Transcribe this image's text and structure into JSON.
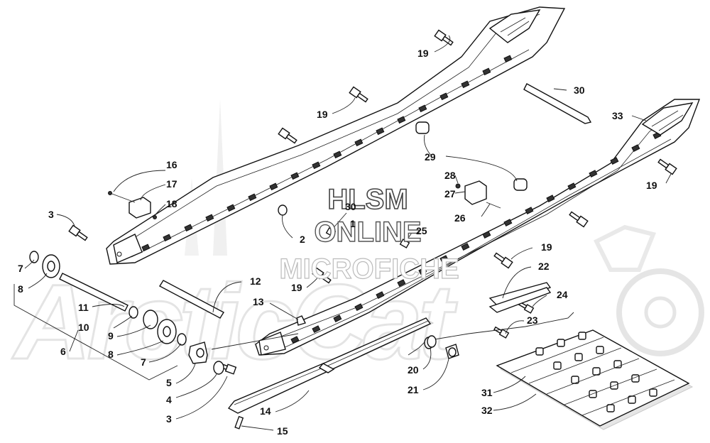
{
  "watermark": {
    "line1": "HLSM",
    "line2": "ONLINE",
    "line3": "MICROFICHE",
    "brand": "ArcticCat"
  },
  "callouts": [
    {
      "id": "c19a",
      "text": "19"
    },
    {
      "id": "c30a",
      "text": "30"
    },
    {
      "id": "c33",
      "text": "33"
    },
    {
      "id": "c19b",
      "text": "19"
    },
    {
      "id": "c29",
      "text": "29"
    },
    {
      "id": "c16",
      "text": "16"
    },
    {
      "id": "c17",
      "text": "17"
    },
    {
      "id": "c18",
      "text": "18"
    },
    {
      "id": "c28",
      "text": "28"
    },
    {
      "id": "c27",
      "text": "27"
    },
    {
      "id": "c19c",
      "text": "19"
    },
    {
      "id": "c30b",
      "text": "30"
    },
    {
      "id": "c1",
      "text": "1"
    },
    {
      "id": "c26",
      "text": "26"
    },
    {
      "id": "c3a",
      "text": "3"
    },
    {
      "id": "c2",
      "text": "2"
    },
    {
      "id": "c25",
      "text": "25"
    },
    {
      "id": "c19d",
      "text": "19"
    },
    {
      "id": "c7a",
      "text": "7"
    },
    {
      "id": "c22",
      "text": "22"
    },
    {
      "id": "c8a",
      "text": "8"
    },
    {
      "id": "c12",
      "text": "12"
    },
    {
      "id": "c19e",
      "text": "19"
    },
    {
      "id": "c24",
      "text": "24"
    },
    {
      "id": "c13",
      "text": "13"
    },
    {
      "id": "c11",
      "text": "11"
    },
    {
      "id": "c23",
      "text": "23"
    },
    {
      "id": "c10",
      "text": "10"
    },
    {
      "id": "c9",
      "text": "9"
    },
    {
      "id": "c8b",
      "text": "8"
    },
    {
      "id": "c6",
      "text": "6"
    },
    {
      "id": "c7b",
      "text": "7"
    },
    {
      "id": "c20",
      "text": "20"
    },
    {
      "id": "c5",
      "text": "5"
    },
    {
      "id": "c21",
      "text": "21"
    },
    {
      "id": "c31",
      "text": "31"
    },
    {
      "id": "c4",
      "text": "4"
    },
    {
      "id": "c32",
      "text": "32"
    },
    {
      "id": "c14",
      "text": "14"
    },
    {
      "id": "c3b",
      "text": "3"
    },
    {
      "id": "c15",
      "text": "15"
    }
  ]
}
